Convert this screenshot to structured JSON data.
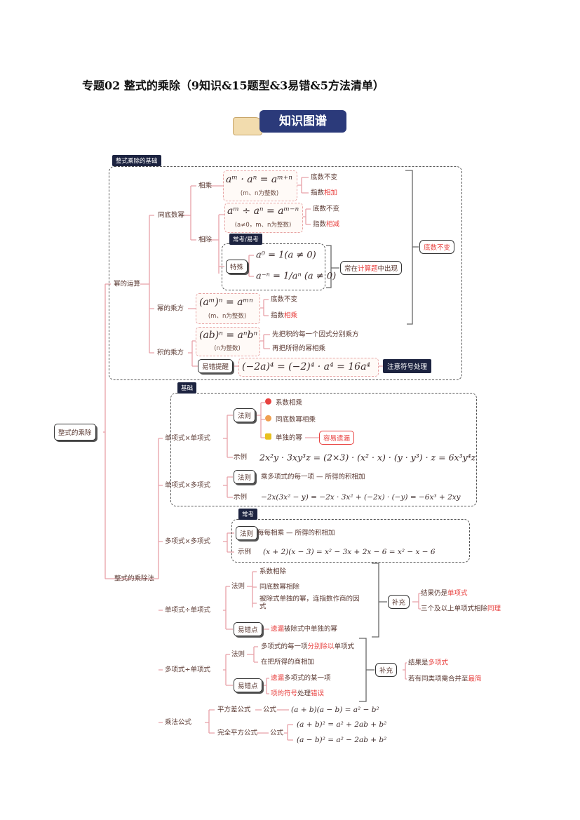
{
  "title": "专题02  整式的乘除（9知识&15题型&3易错&5方法清单）",
  "banner": "知识图谱",
  "root": "整式的乘除",
  "s1": {
    "tab": "整式乘除的基础",
    "power_ops": "幂的运算",
    "same_base": "同底数幂",
    "mul": "相乘",
    "div": "相除",
    "f1": "aᵐ · aⁿ = aᵐ⁺ⁿ",
    "f1_note": "(m、n为整数)",
    "base_same": "底数不变",
    "exp": "指数",
    "add": "相加",
    "f2": "aᵐ ÷ aⁿ = aᵐ⁻ⁿ",
    "f2_note": "(a≠0，m、n为整数)",
    "sub": "相减",
    "common_tab": "常考/易考",
    "special": "特殊",
    "f3": "a⁰ = 1(a ≠ 0)",
    "f4": "a⁻ⁿ = 1/aⁿ (a ≠ 0)",
    "often_a": "常在",
    "often_b": "计算题",
    "often_c": "中出现",
    "big_base": "底数不变",
    "power_of_power": "幂的乘方",
    "f5": "(aᵐ)ⁿ = aᵐⁿ",
    "f5_note": "(m、n为整数)",
    "mult": "相乘",
    "power_of_product": "积的乘方",
    "f6": "(ab)ⁿ = aⁿbⁿ",
    "f6_note": "(n为整数)",
    "pp1": "先把积的每一个因式分别乘方",
    "pp2": "再把所得的幂相乘",
    "warn": "易错提醒",
    "f7": "(−2a)⁴ = (−2)⁴ · a⁴ = 16a⁴",
    "sign": "注意符号处理"
  },
  "s2": {
    "name": "整式的乘除法",
    "basic_tab": "基础",
    "mm": "单项式×单项式",
    "rule": "法则",
    "m1": "系数相乘",
    "m2": "同底数幂相乘",
    "m3": "单独的幂",
    "easy_miss": "容易遗漏",
    "example": "示例",
    "ex1": "2x²y · 3xy³z = (2×3) · (x² · x) · (y · y³) · z = 6x³y⁴z",
    "mp": "单项式×多项式",
    "mp_rule": "乘多项式的每一项 — 所得的积相加",
    "ex2": "−2x(3x² − y) = −2x · 3x² + (−2x) · (−y) = −6x³ + 2xy",
    "common_tab": "常考",
    "pp": "多项式×多项式",
    "pp_rule": "每每相乘 — 所得的积相加",
    "ex3": "(x + 2)(x − 3) = x² − 3x + 2x − 6 = x² − x − 6",
    "md": "单项式÷单项式",
    "d1": "系数相除",
    "d2": "同底数幂相除",
    "d3": "被除式单独的幂，连指数作商的因式",
    "err": "易错点",
    "md_err_a": "遗漏",
    "md_err_b": "被除式中单独的幂",
    "supp": "补充",
    "md_s1a": "结果仍是",
    "md_s1b": "单项式",
    "md_s2a": "三个及以上单项式相除",
    "md_s2b": "同理",
    "pd": "多项式÷单项式",
    "pd1a": "多项式的每一项",
    "pd1b": "分别除以",
    "pd1c": "单项式",
    "pd2": "在把所得的商相加",
    "pd_e1a": "遗漏",
    "pd_e1b": "多项式的某一项",
    "pd_e2a": "项的符号",
    "pd_e2b": "处理",
    "pd_e2c": "错误",
    "pd_s1a": "结果是",
    "pd_s1b": "多项式",
    "pd_s2a": "若有同类项需合并至",
    "pd_s2b": "最简",
    "formula": "乘法公式",
    "diff_sq": "平方差公式",
    "fm": "公式",
    "ex4": "(a + b)(a − b) = a² − b²",
    "perfect_sq": "完全平方公式",
    "ex5": "(a + b)² = a² + 2ab + b²",
    "ex6": "(a − b)² = a² − 2ab + b²"
  },
  "colors": {
    "line": "#e8a0a8",
    "accent": "#e8413f",
    "navy": "#1c2340"
  }
}
